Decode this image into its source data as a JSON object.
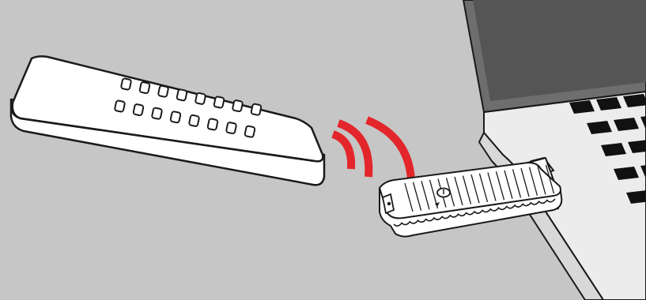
{
  "colors": {
    "background": "#c6c6c6",
    "device_fill": "#ffffff",
    "outline": "#1a1a1a",
    "laptop_body": "#ececec",
    "laptop_screen": "#555555",
    "laptop_bezel": "#6e6e6e",
    "keys": "#111111",
    "signal": "#e3262b"
  },
  "scene": {
    "remote": {
      "button_rows": 2,
      "buttons_per_row": 8,
      "icon": "remote-control-icon"
    },
    "signal": {
      "arcs": 3,
      "icon": "wireless-signal-icon"
    },
    "dongle": {
      "icon": "usb-receiver-icon"
    },
    "laptop": {
      "icon": "laptop-icon"
    }
  }
}
